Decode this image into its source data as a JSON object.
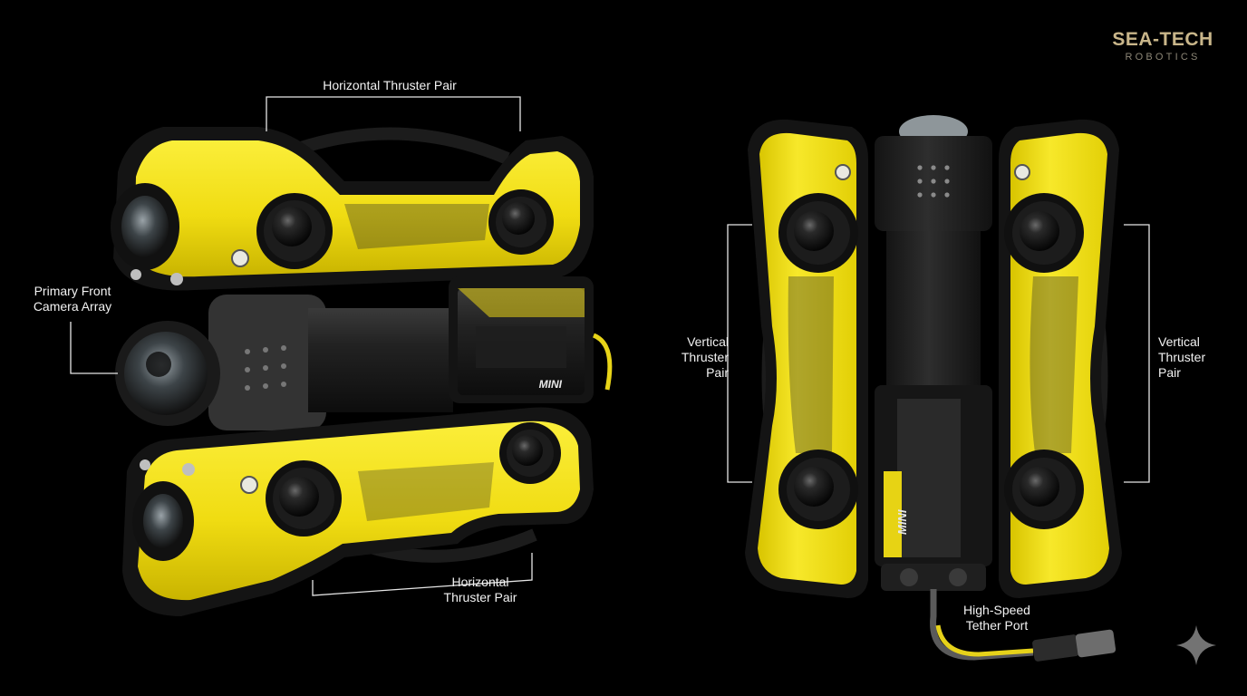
{
  "brand": {
    "name": "SEA-TECH",
    "tagline": "ROBOTICS"
  },
  "callouts": {
    "top_horizontal": {
      "text": "Horizontal Thruster Pair"
    },
    "camera": {
      "line1": "Primary Front",
      "line2": "Camera Array"
    },
    "bottom_horizontal": {
      "line1": "Horizontal",
      "line2": "Thruster Pair"
    },
    "left_vertical": {
      "line1": "Vertical",
      "line2": "Thruster",
      "line3": "Pair"
    },
    "right_vertical": {
      "line1": "Vertical",
      "line2": "Thruster",
      "line3": "Pair"
    },
    "tether": {
      "line1": "High-Speed",
      "line2": "Tether Port"
    }
  },
  "hull_badge": "MINI",
  "colors": {
    "background": "#000000",
    "hull_yellow": "#f2e11a",
    "hull_black": "#1b1b1b",
    "label_text": "#f2f2f2",
    "brand_gold": "#c9b68a"
  }
}
